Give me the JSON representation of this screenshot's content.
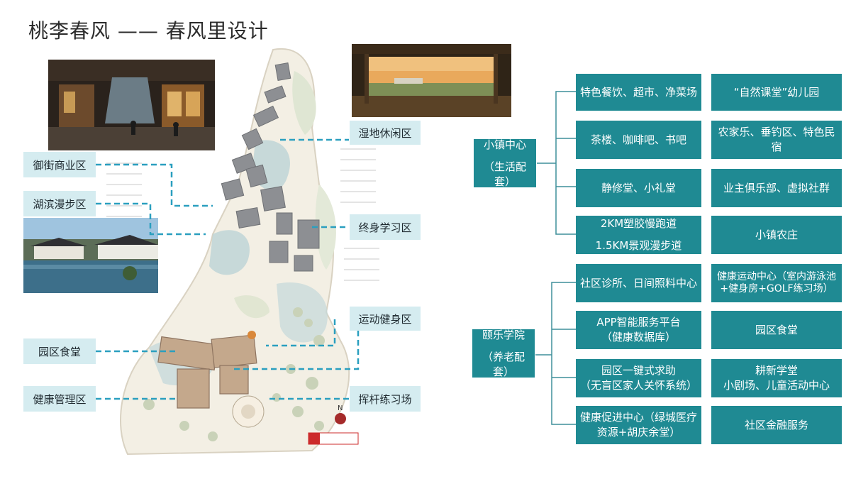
{
  "title": "桃李春风 —— 春风里设计",
  "map_labels": {
    "wetland": "湿地休闲区",
    "imperial_street": "御街商业区",
    "lakeside": "湖滨漫步区",
    "lifelong": "终身学习区",
    "sports": "运动健身区",
    "canteen": "园区食堂",
    "health": "健康管理区",
    "golf": "挥杆练习场"
  },
  "town_center": {
    "title": "小镇中心",
    "subtitle": "（生活配套）",
    "items": [
      {
        "text": "特色餐饮、超市、净菜场"
      },
      {
        "text": "“自然课堂”幼儿园"
      },
      {
        "text": "茶楼、咖啡吧、书吧"
      },
      {
        "text": "农家乐、垂钓区、特色民宿"
      },
      {
        "text": "静修堂、小礼堂"
      },
      {
        "text": "业主俱乐部、虚拟社群"
      },
      {
        "line1": "2KM塑胶慢跑道",
        "line2": "1.5KM景观漫步道"
      },
      {
        "text": "小镇农庄"
      }
    ]
  },
  "yile_college": {
    "title": "颐乐学院",
    "subtitle": "（养老配套）",
    "items": [
      {
        "text": "社区诊所、日间照料中心"
      },
      {
        "text": "健康运动中心（室内游泳池+健身房+GOLF练习场）"
      },
      {
        "line1": "APP智能服务平台",
        "line2": "（健康数据库）"
      },
      {
        "text": "园区食堂"
      },
      {
        "line1": "园区一键式求助",
        "line2": "（无盲区家人关怀系统）"
      },
      {
        "line1": "耕新学堂",
        "line2": "小剧场、儿童活动中心"
      },
      {
        "text": "健康促进中心（绿城医疗资源+胡庆余堂）"
      },
      {
        "text": "社区金融服务"
      }
    ]
  },
  "colors": {
    "teal": "#1f8a93",
    "label_bg": "#d5ecf0",
    "dash": "#2a9fbf",
    "line": "#3f8f9a"
  }
}
